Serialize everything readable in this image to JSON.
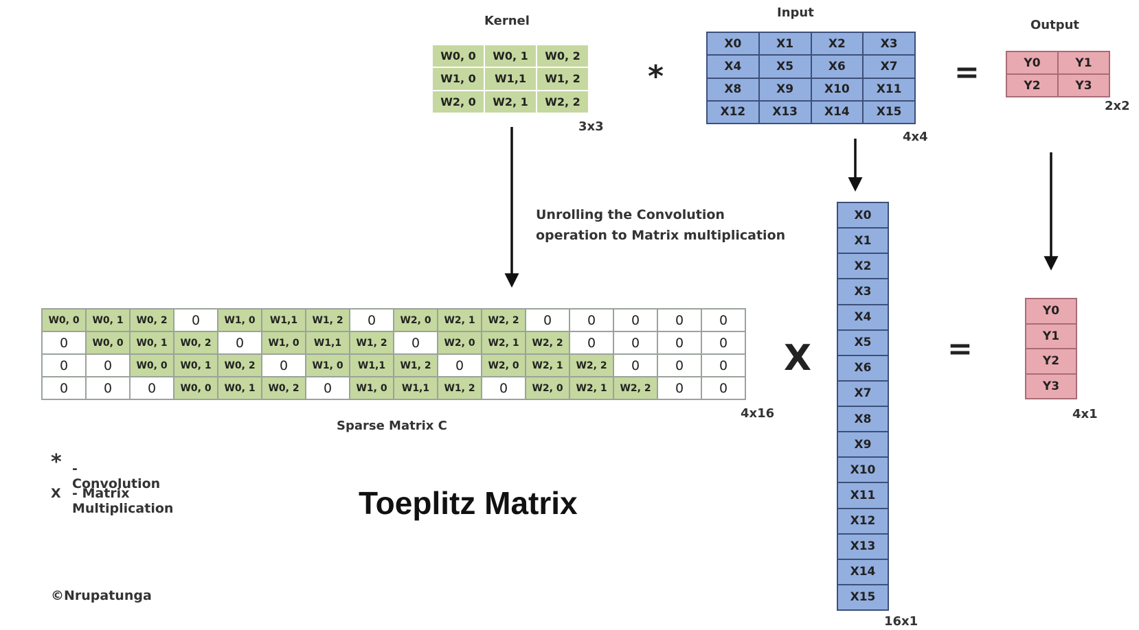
{
  "kernel": {
    "title": "Kernel",
    "size": "3x3",
    "cells": [
      [
        "W0, 0",
        "W0, 1",
        "W0, 2"
      ],
      [
        "W1, 0",
        "W1,1",
        "W1, 2"
      ],
      [
        "W2, 0",
        "W2, 1",
        "W2, 2"
      ]
    ]
  },
  "input": {
    "title": "Input",
    "size": "4x4",
    "cells": [
      [
        "X0",
        "X1",
        "X2",
        "X3"
      ],
      [
        "X4",
        "X5",
        "X6",
        "X7"
      ],
      [
        "X8",
        "X9",
        "X10",
        "X11"
      ],
      [
        "X12",
        "X13",
        "X14",
        "X15"
      ]
    ]
  },
  "output": {
    "title": "Output",
    "size": "2x2",
    "cells": [
      [
        "Y0",
        "Y1"
      ],
      [
        "Y2",
        "Y3"
      ]
    ]
  },
  "operators": {
    "convolution": "*",
    "equals": "=",
    "multiply": "X"
  },
  "unroll_note": [
    "Unrolling the Convolution",
    "operation to Matrix multiplication"
  ],
  "sparse": {
    "caption": "Sparse Matrix C",
    "size": "4x16",
    "rows": [
      [
        "W0, 0",
        "W0, 1",
        "W0, 2",
        "0",
        "W1, 0",
        "W1,1",
        "W1, 2",
        "0",
        "W2, 0",
        "W2, 1",
        "W2, 2",
        "0",
        "0",
        "0",
        "0",
        "0"
      ],
      [
        "0",
        "W0, 0",
        "W0, 1",
        "W0, 2",
        "0",
        "W1, 0",
        "W1,1",
        "W1, 2",
        "0",
        "W2, 0",
        "W2, 1",
        "W2, 2",
        "0",
        "0",
        "0",
        "0"
      ],
      [
        "0",
        "0",
        "W0, 0",
        "W0, 1",
        "W0, 2",
        "0",
        "W1, 0",
        "W1,1",
        "W1, 2",
        "0",
        "W2, 0",
        "W2, 1",
        "W2, 2",
        "0",
        "0",
        "0"
      ],
      [
        "0",
        "0",
        "0",
        "W0, 0",
        "W0, 1",
        "W0, 2",
        "0",
        "W1, 0",
        "W1,1",
        "W1, 2",
        "0",
        "W2, 0",
        "W2, 1",
        "W2, 2",
        "0",
        "0"
      ]
    ]
  },
  "x_vector": {
    "size": "16x1",
    "cells": [
      "X0",
      "X1",
      "X2",
      "X3",
      "X4",
      "X5",
      "X6",
      "X7",
      "X8",
      "X9",
      "X10",
      "X11",
      "X12",
      "X13",
      "X14",
      "X15"
    ]
  },
  "y_vector": {
    "size": "4x1",
    "cells": [
      "Y0",
      "Y1",
      "Y2",
      "Y3"
    ]
  },
  "legend": [
    {
      "symbol": "*",
      "text": "- Convolution"
    },
    {
      "symbol": "X",
      "text": "- Matrix Multiplication"
    }
  ],
  "title": "Toeplitz Matrix",
  "copyright": "©Nrupatunga",
  "colors": {
    "kernel": "#c5d89f",
    "input": "#93afe0",
    "output": "#e9a9b0"
  }
}
